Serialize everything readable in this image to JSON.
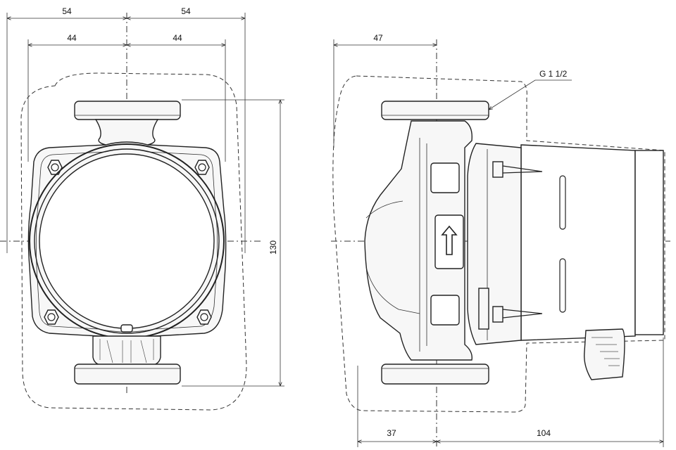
{
  "dimensions": {
    "front_top_left": "54",
    "front_top_right": "54",
    "front_inner_left": "44",
    "front_inner_right": "44",
    "front_height": "130",
    "side_top": "47",
    "side_bottom_left": "37",
    "side_bottom_right": "104"
  },
  "callout": {
    "thread": "G 1 1/2"
  },
  "icons": {
    "flow_direction": "up-arrow-icon"
  }
}
